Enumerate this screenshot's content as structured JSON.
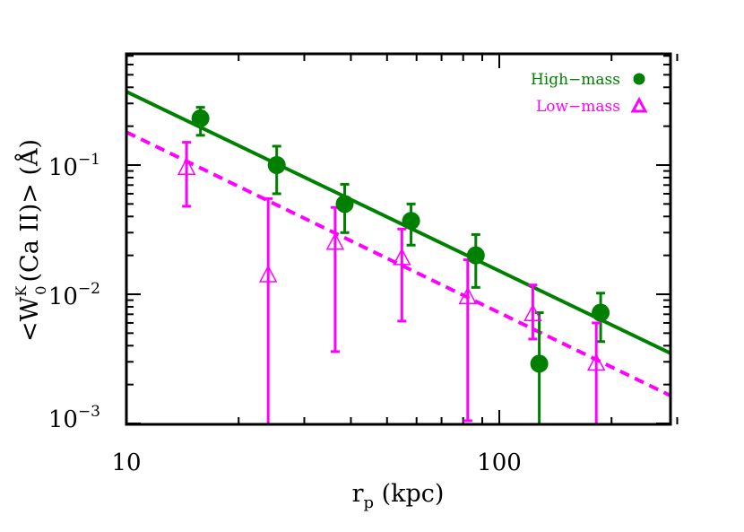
{
  "chart_data": {
    "type": "scatter",
    "xlabel_main": "r",
    "xlabel_sub": "p",
    "xlabel_rest": " (kpc)",
    "ylabel_parts": {
      "open": "<W",
      "sup": "K",
      "sub": "0",
      "rest": "(Ca II)> (Å)"
    },
    "x_scale": "log",
    "y_scale": "log",
    "xlim": [
      10,
      300
    ],
    "ylim": [
      0.001,
      0.7
    ],
    "x_ticks": [
      {
        "value": 10,
        "label": "10"
      },
      {
        "value": 100,
        "label": "100"
      }
    ],
    "y_ticks": [
      {
        "value": 0.001,
        "base": "10",
        "exp": "−3"
      },
      {
        "value": 0.01,
        "base": "10",
        "exp": "−2"
      },
      {
        "value": 0.1,
        "base": "10",
        "exp": "−1"
      }
    ],
    "legend_position": "top-right",
    "series": [
      {
        "name": "High−mass",
        "color": "#008000",
        "marker": "filled-circle",
        "points": [
          {
            "x": 15.8,
            "y": 0.23,
            "lo": 0.17,
            "hi": 0.28
          },
          {
            "x": 25.3,
            "y": 0.1,
            "lo": 0.06,
            "hi": 0.14
          },
          {
            "x": 38.5,
            "y": 0.05,
            "lo": 0.03,
            "hi": 0.071
          },
          {
            "x": 58.0,
            "y": 0.037,
            "lo": 0.024,
            "hi": 0.05
          },
          {
            "x": 86.5,
            "y": 0.02,
            "lo": 0.0113,
            "hi": 0.029
          },
          {
            "x": 128.0,
            "y": 0.0029,
            "lo": 0.001,
            "hi": 0.0072
          },
          {
            "x": 187.0,
            "y": 0.0072,
            "lo": 0.0043,
            "hi": 0.0102
          }
        ],
        "fit": {
          "style": "solid",
          "x": [
            10,
            300
          ],
          "y": [
            0.37,
            0.0033
          ]
        }
      },
      {
        "name": "Low−mass",
        "color": "#ff00ff",
        "marker": "open-triangle",
        "points": [
          {
            "x": 14.5,
            "y": 0.095,
            "lo": 0.048,
            "hi": 0.15
          },
          {
            "x": 24.0,
            "y": 0.014,
            "lo": 0.001,
            "hi": 0.055
          },
          {
            "x": 36.3,
            "y": 0.025,
            "lo": 0.0036,
            "hi": 0.047
          },
          {
            "x": 54.8,
            "y": 0.019,
            "lo": 0.0062,
            "hi": 0.032
          },
          {
            "x": 82.3,
            "y": 0.0095,
            "lo": 0.00105,
            "hi": 0.0185
          },
          {
            "x": 123.0,
            "y": 0.007,
            "lo": 0.0045,
            "hi": 0.0118
          },
          {
            "x": 182.0,
            "y": 0.0029,
            "lo": 0.001,
            "hi": 0.006
          }
        ],
        "fit": {
          "style": "dashed",
          "x": [
            10,
            300
          ],
          "y": [
            0.18,
            0.00155
          ]
        }
      }
    ]
  }
}
